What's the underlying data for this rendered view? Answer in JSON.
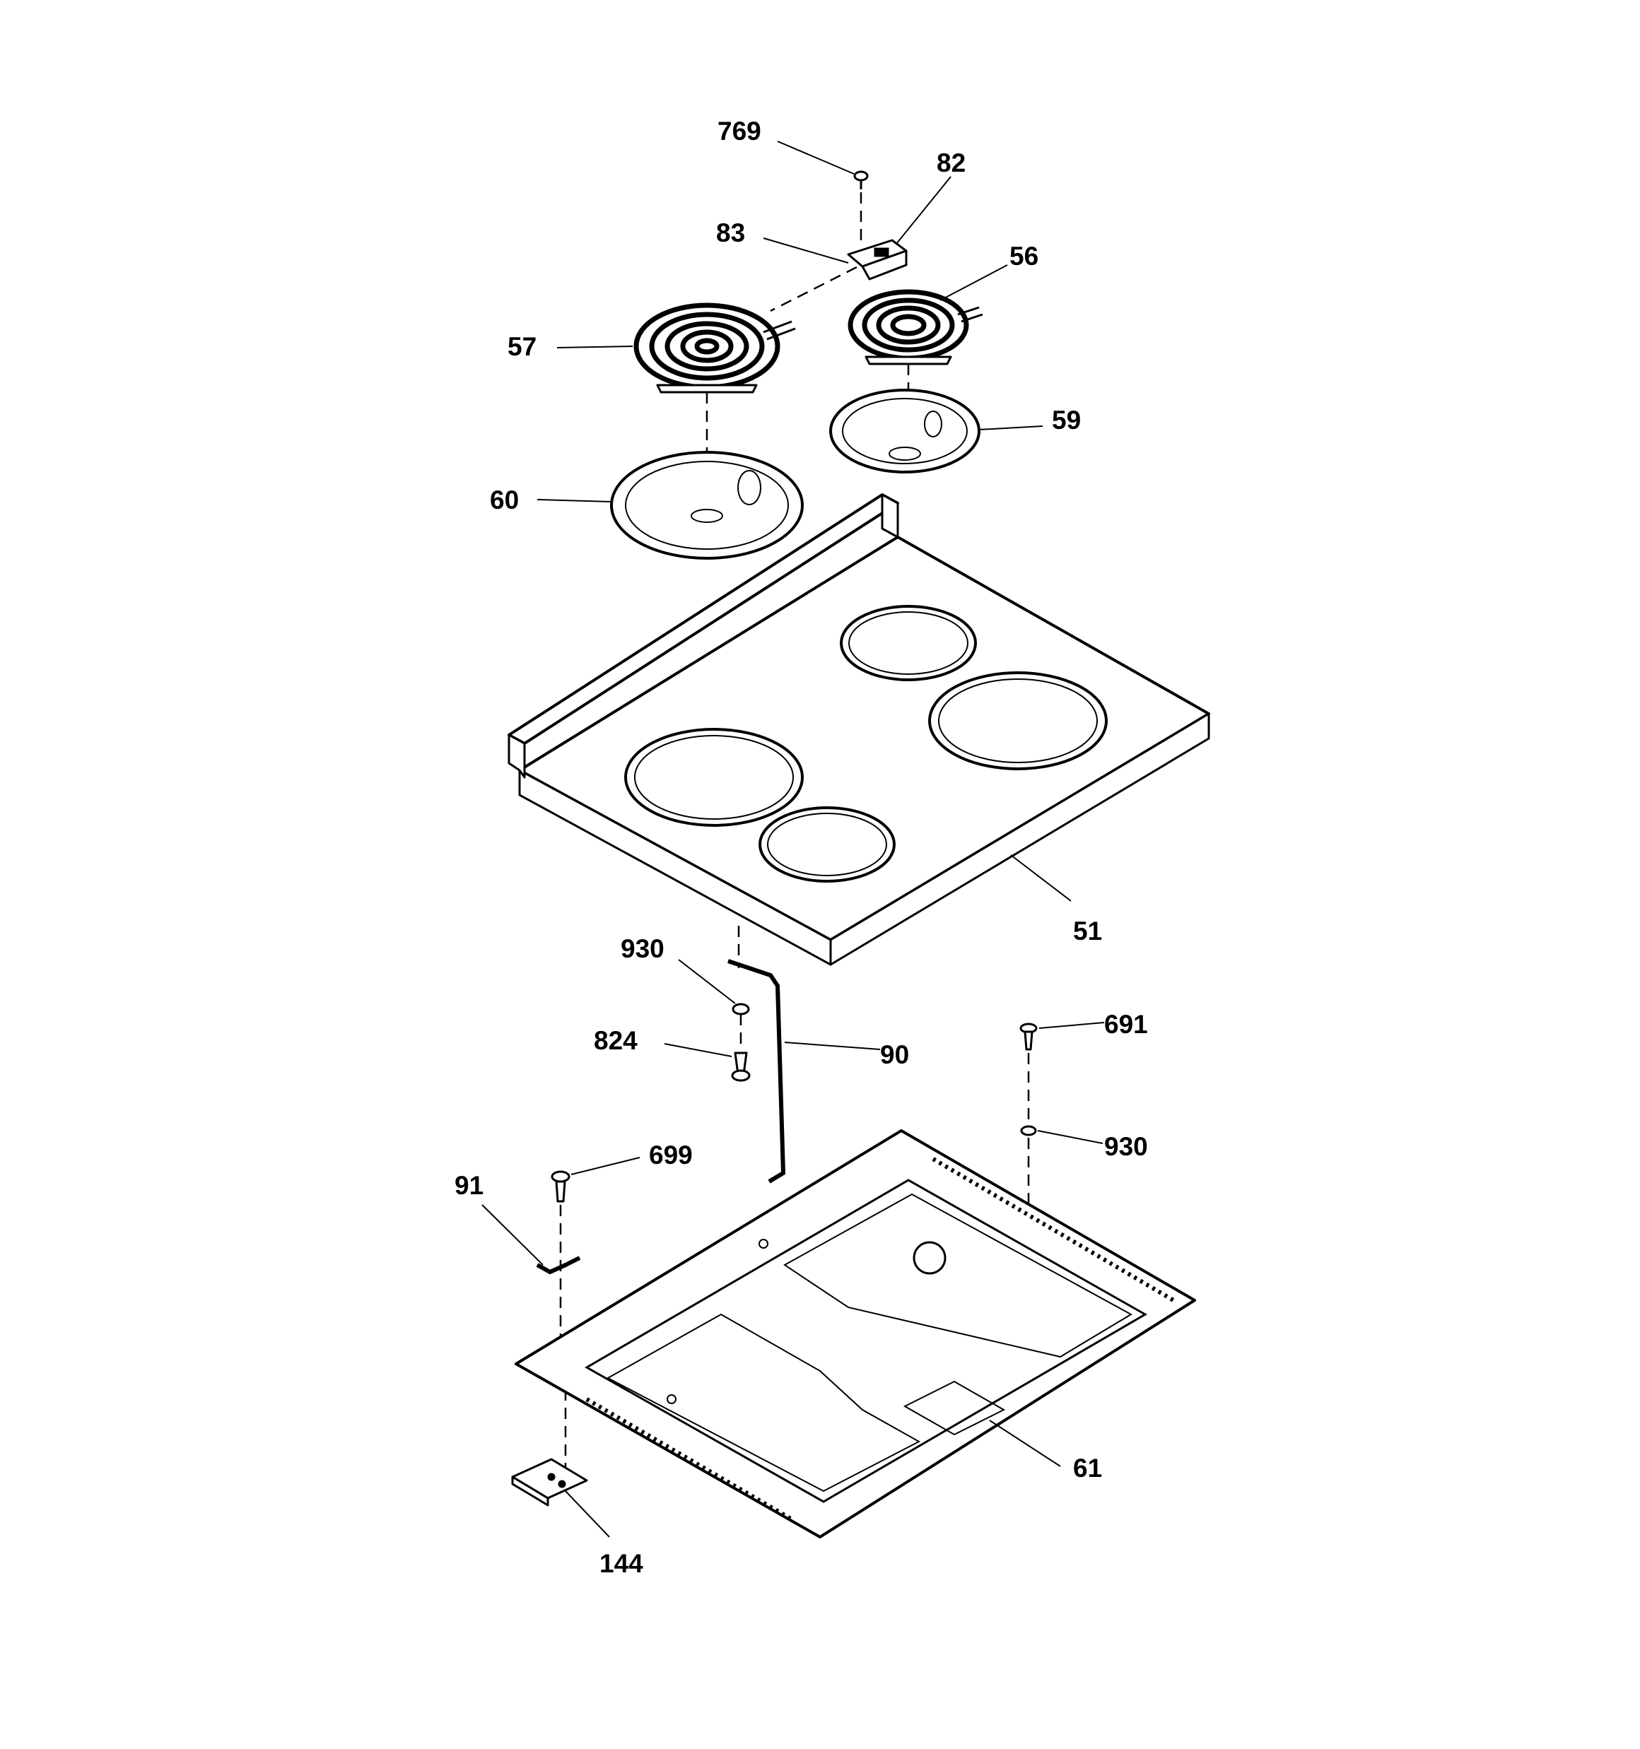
{
  "diagram": {
    "labels": {
      "l769": "769",
      "l82": "82",
      "l83": "83",
      "l56": "56",
      "l57": "57",
      "l59": "59",
      "l60": "60",
      "l51": "51",
      "l930a": "930",
      "l824": "824",
      "l90": "90",
      "l691": "691",
      "l930b": "930",
      "l699": "699",
      "l91": "91",
      "l61": "61",
      "l144": "144"
    }
  }
}
